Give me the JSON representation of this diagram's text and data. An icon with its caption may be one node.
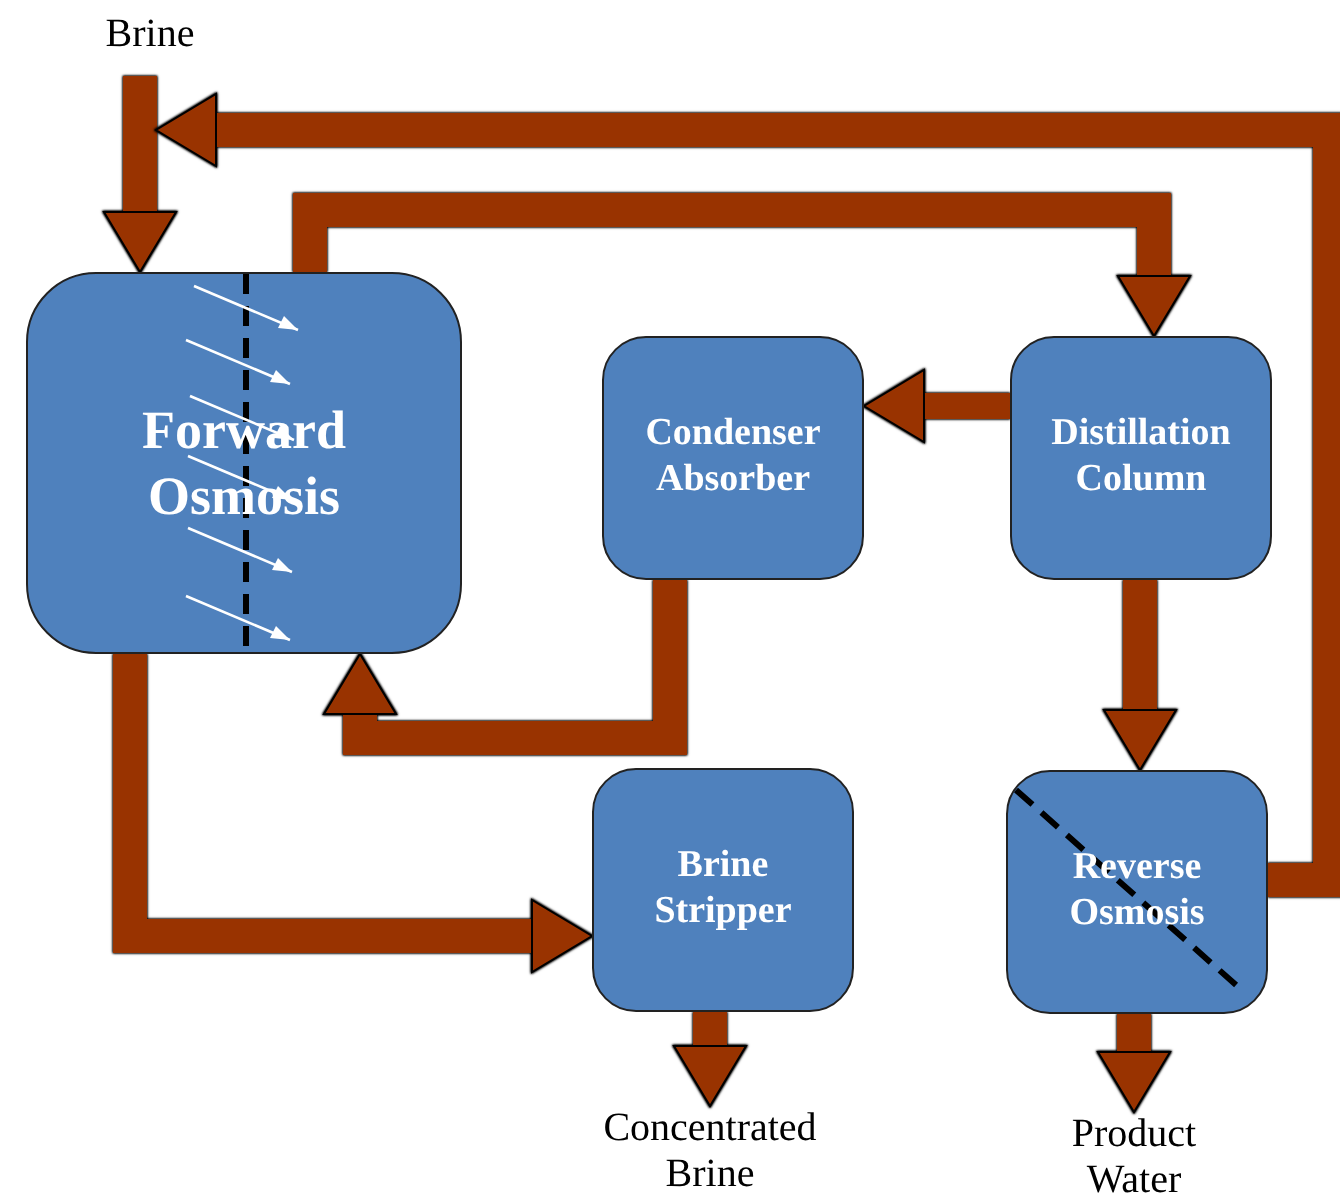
{
  "diagram": {
    "nodes": [
      {
        "text": [
          "Brine"
        ]
      },
      {
        "text": [
          "Forward Osmosis"
        ]
      },
      {
        "text": [
          "Condenser Absorber"
        ]
      },
      {
        "text": [
          "Distillation Column"
        ]
      },
      {
        "text": [
          "Brine Stripper"
        ]
      },
      {
        "text": [
          "Reverse Osmosis"
        ]
      },
      {
        "text": [
          "Concentrated Brine"
        ]
      },
      {
        "text": [
          "Product Water"
        ]
      }
    ],
    "edges": [
      {
        "from": 0,
        "to": 1,
        "arrow": "to"
      },
      {
        "from": 5,
        "to": 1,
        "arrow": "to"
      },
      {
        "from": 1,
        "to": 3,
        "arrow": "to"
      },
      {
        "from": 3,
        "to": 2,
        "arrow": "to"
      },
      {
        "from": 2,
        "to": 1,
        "arrow": "to"
      },
      {
        "from": 1,
        "to": 4,
        "arrow": "to"
      },
      {
        "from": 3,
        "to": 5,
        "arrow": "to"
      },
      {
        "from": 4,
        "to": 6,
        "arrow": "to"
      },
      {
        "from": 5,
        "to": 7,
        "arrow": "to"
      }
    ]
  }
}
